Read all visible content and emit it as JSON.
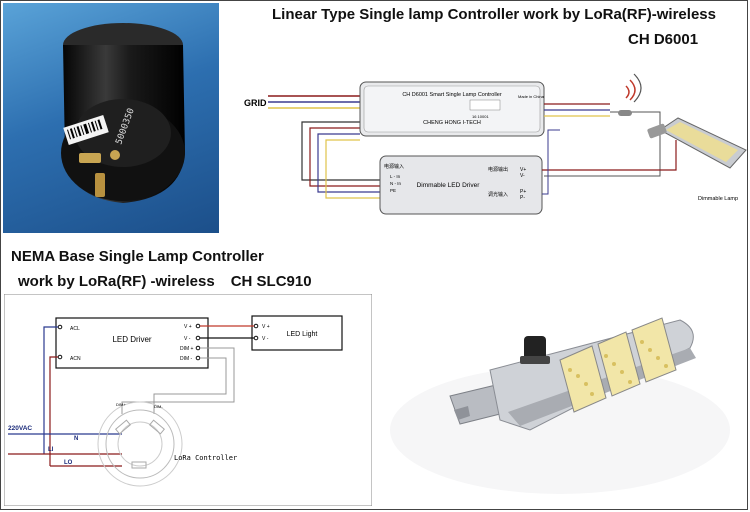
{
  "header": {
    "title": "Linear Type Single lamp Controller work by LoRa(RF)-wireless",
    "model": "CH D6001"
  },
  "top_diagram": {
    "grid_label": "GRID",
    "controller": {
      "title": "CH D6001 Smart Single Lamp Controller",
      "brand": "CHENG HONG I-TECH",
      "made_in": "Made in China",
      "serial": "16 10001"
    },
    "led_driver": {
      "name": "Dimmable LED Driver",
      "input_label": "电源输入",
      "pins_in": [
        "L - In",
        "N - In",
        "PE"
      ],
      "out_label": "电源输出",
      "dim_label": "调光输入",
      "pins_out": [
        "V+",
        "V-"
      ],
      "pins_dim": [
        "P+",
        "P-"
      ]
    },
    "lamp_caption": "Dimmable Lamp"
  },
  "nema": {
    "title_line1": "NEMA Base Single Lamp Controller",
    "title_line2": "work by LoRa(RF) -wireless",
    "model": "CH SLC910"
  },
  "bottom_diagram": {
    "driver_label": "LED Driver",
    "light_label": "LED Light",
    "pins_left": [
      "ACL",
      "ACN"
    ],
    "pins_right": [
      "V +",
      "V -",
      "DIM +",
      "DIM -"
    ],
    "light_pins": [
      "V +",
      "V -"
    ],
    "supply": "220VAC",
    "wires": [
      "N",
      "LI",
      "LO"
    ],
    "dim_labels": [
      "DIM+",
      "DIM-"
    ],
    "controller_label": "LoRa Controller"
  },
  "photo": {
    "serial_sticker": "5000350"
  }
}
